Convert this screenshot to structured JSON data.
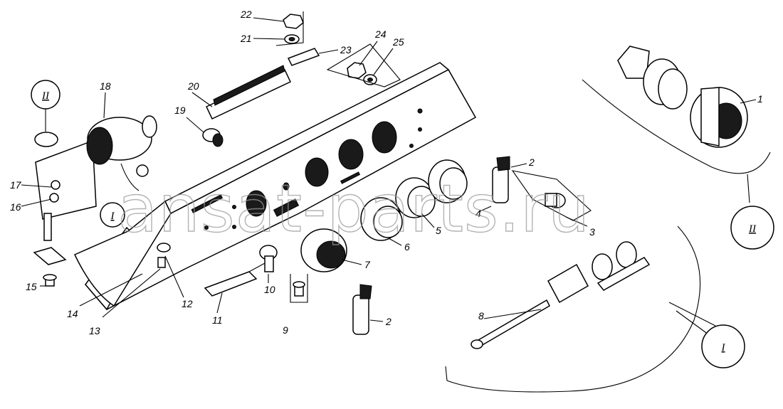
{
  "watermark": "ansat-parts.ru",
  "labels": {
    "l1": "1",
    "l2a": "2",
    "l2b": "2",
    "l3": "3",
    "l4": "4",
    "l5": "5",
    "l6": "6",
    "l7": "7",
    "l8": "8",
    "l9": "9",
    "l10": "10",
    "l11": "11",
    "l12": "12",
    "l13": "13",
    "l14": "14",
    "l15": "15",
    "l16": "16",
    "l17": "17",
    "l18": "18",
    "l19": "19",
    "l20": "20",
    "l21": "21",
    "l22": "22",
    "l23": "23",
    "l24": "24",
    "l25": "25"
  },
  "detail_markers": {
    "d1": "I",
    "d2": "II",
    "d3": "I",
    "d4": "II"
  }
}
